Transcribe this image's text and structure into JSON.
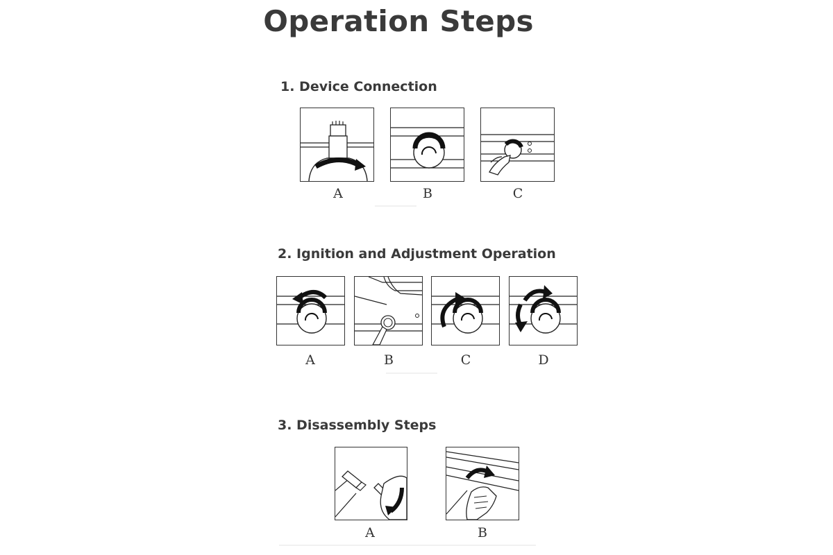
{
  "title": "Operation Steps",
  "sections": [
    {
      "heading": "1. Device Connection",
      "steps": [
        "A",
        "B",
        "C"
      ]
    },
    {
      "heading": "2. Ignition and Adjustment Operation",
      "steps": [
        "A",
        "B",
        "C",
        "D"
      ]
    },
    {
      "heading": "3. Disassembly Steps",
      "steps": [
        "A",
        "B"
      ]
    }
  ],
  "icons": [
    "canister-rotate-icon",
    "knob-icon",
    "hand-connect-icon",
    "knob-rotate-left-icon",
    "ignition-knob-icon",
    "knob-rotate-right-icon",
    "knob-rotate-both-icon",
    "canister-detach-icon",
    "hand-disconnect-icon"
  ]
}
